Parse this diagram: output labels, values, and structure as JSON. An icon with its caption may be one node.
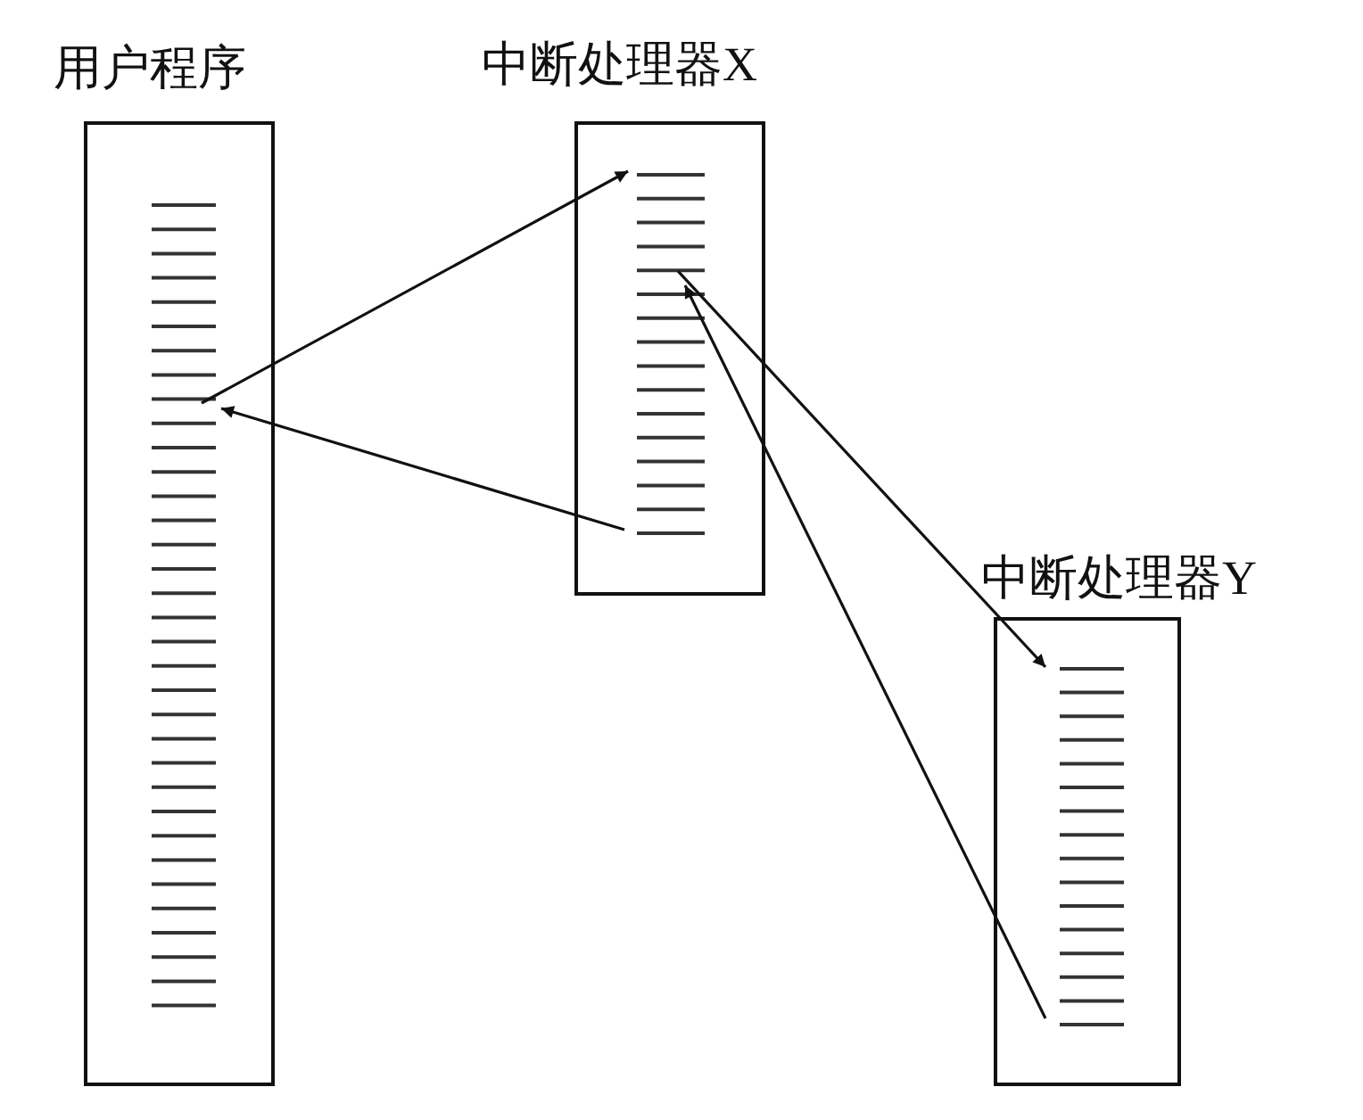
{
  "diagram": {
    "nodes": [
      {
        "text": [
          "用户程序"
        ]
      },
      {
        "text": [
          "中断处理器X"
        ]
      },
      {
        "text": [
          "中断处理器Y"
        ]
      }
    ],
    "edges": [
      {
        "from": 0,
        "to": 1,
        "arrow": "to"
      },
      {
        "from": 1,
        "to": 0,
        "arrow": "to"
      },
      {
        "from": 1,
        "to": 2,
        "arrow": "to"
      },
      {
        "from": 2,
        "to": 1,
        "arrow": "to"
      }
    ]
  }
}
